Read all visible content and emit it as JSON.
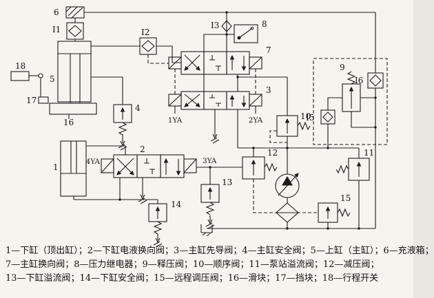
{
  "labels": {
    "tank6": "6",
    "cv1": "I1",
    "switch18": "18",
    "cyl5": "5",
    "stop17": "17",
    "slider16": "16",
    "cv2": "I2",
    "valve4": "4",
    "valve7": "7",
    "relay8": "8",
    "cv3": "I3",
    "valve3": "3",
    "ya1": "1YA",
    "ya2": "2YA",
    "valve9": "9",
    "cv6": "I6",
    "cv5": "I5",
    "valve10": "10",
    "valve12": "12",
    "valve11": "11",
    "valve15": "15",
    "valve2": "2",
    "ya4": "4YA",
    "ya3": "3YA",
    "cyl1": "1",
    "valve13": "13",
    "valve14": "14"
  },
  "legend": {
    "line1": "1—下缸（顶出缸）；2—下缸电液换向阀；3—主缸先导阀；4—主缸安全阀；5—上缸（主缸）；6—充液箱；",
    "line2": "7—主缸换向阀；8—压力继电器；9—释压阀；10—顺序阀；11—泵站溢流阀；12—减压阀；",
    "line3": "13—下缸溢流阀；14—下缸安全阀；15—远程调压阀；16—滑块；17—挡块；18—行程开关"
  },
  "colors": {
    "ink": "#1b1b1b",
    "paper": "#f6f4ef"
  }
}
